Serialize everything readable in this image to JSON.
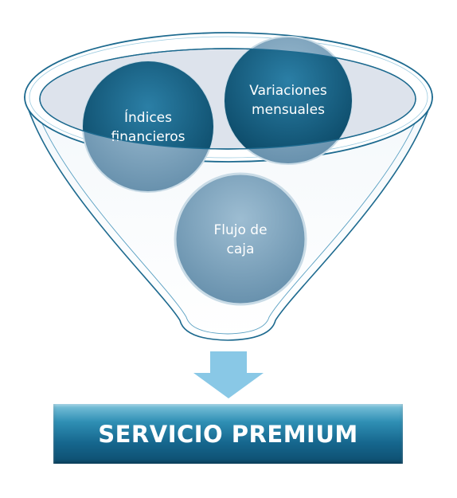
{
  "funnel": {
    "inputs": [
      {
        "label_lines": [
          "Índices",
          "financieros"
        ]
      },
      {
        "label_lines": [
          "Variaciones",
          "mensuales"
        ]
      },
      {
        "label_lines": [
          "Flujo de",
          "caja"
        ]
      }
    ]
  },
  "arrow_direction": "down",
  "result": {
    "label": "SERVICIO PREMIUM"
  },
  "colors": {
    "funnel_outline": "#1d6a8f",
    "funnel_inner_fill": "#dde3ec",
    "circle_dark": "#0f5778",
    "circle_light": "#7aa3bd",
    "arrow": "#89c8e6",
    "bar_dark": "#0d4d6e",
    "bar_light": "#7fc4dc"
  }
}
